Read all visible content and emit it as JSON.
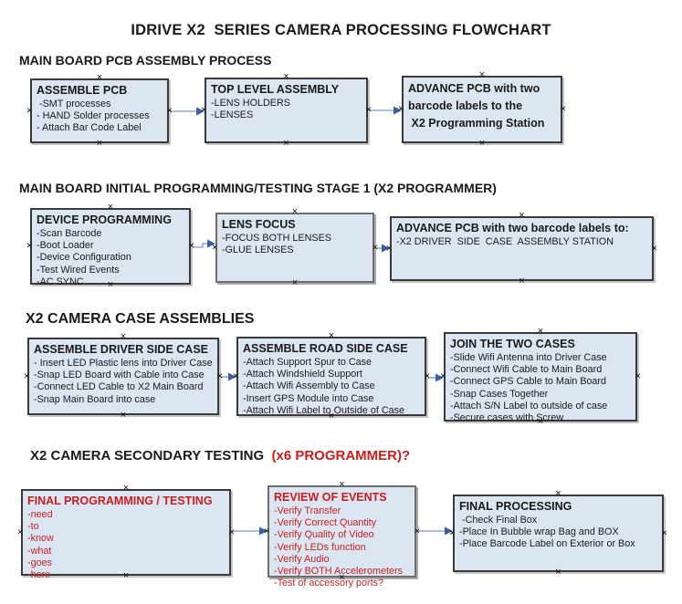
{
  "title": "IDRIVE X2  SERIES CAMERA PROCESSING FLOWCHART",
  "icons": {
    "anchor": "×"
  },
  "colors": {
    "box_fill": "#dce6f2",
    "box_border": "#3a3a3a",
    "arrow_line": "#90abce",
    "arrow_head": "#3a5f9e",
    "red_text": "#c81e1e",
    "black_text": "#1a1a1a",
    "background": "#ffffff"
  },
  "sections": [
    {
      "header": "MAIN BOARD PCB ASSEMBLY PROCESS",
      "boxes": [
        {
          "title": "ASSEMBLE PCB",
          "items": [
            " -SMT processes",
            "- HAND Solder processes",
            "- Attach Bar Code Label"
          ]
        },
        {
          "title": "TOP LEVEL ASSEMBLY",
          "items": [
            "-LENS HOLDERS",
            "-LENSES"
          ]
        },
        {
          "title": "ADVANCE PCB with two\nbarcode labels to the\n X2 Programming Station",
          "items": []
        }
      ]
    },
    {
      "header": "MAIN BOARD INITIAL PROGRAMMING/TESTING STAGE 1 (X2 PROGRAMMER)",
      "boxes": [
        {
          "title": "DEVICE PROGRAMMING",
          "items": [
            "-Scan Barcode",
            "-Boot Loader",
            "-Device Configuration",
            "-Test Wired Events",
            "-AC SYNC"
          ]
        },
        {
          "title": "LENS FOCUS",
          "items": [
            "-FOCUS BOTH LENSES",
            "-GLUE LENSES"
          ]
        },
        {
          "title": "ADVANCE PCB with two barcode labels to:",
          "items": [
            "-X2 DRIVER  SIDE  CASE  ASSEMBLY STATION"
          ]
        }
      ]
    },
    {
      "header": "X2 CAMERA CASE ASSEMBLIES",
      "boxes": [
        {
          "title": "ASSEMBLE DRIVER SIDE CASE",
          "items": [
            "- Insert LED Plastic lens into Driver Case",
            "-Snap LED Board with Cable into Case",
            "-Connect LED Cable to X2 Main Board",
            "-Snap Main Board into case"
          ]
        },
        {
          "title": "ASSEMBLE ROAD SIDE CASE",
          "items": [
            "-Attach Support Spur to Case",
            "-Attach Windshield Support",
            "-Attach Wifi Assembly to Case",
            "-Insert GPS Module into Case",
            "-Attach Wifi Label to Outside of Case"
          ]
        },
        {
          "title": "JOIN THE TWO CASES",
          "items": [
            "-Slide Wifi Antenna into Driver Case",
            "-Connect Wifi Cable to Main Board",
            "-Connect GPS Cable to Main Board",
            "-Snap Cases Together",
            "-Attach S/N Label to outside of case",
            "-Secure cases with Screw"
          ]
        }
      ]
    },
    {
      "header": "X2 CAMERA SECONDARY TESTING  ",
      "header_highlight": "(x6 PROGRAMMER)?",
      "boxes": [
        {
          "title": "FINAL PROGRAMMING / TESTING",
          "items": [
            "-need",
            "-to",
            "-know",
            "-what",
            "-goes",
            "-here"
          ]
        },
        {
          "title": "REVIEW OF EVENTS",
          "items": [
            "-Verify Transfer",
            "-Verify Correct Quantity",
            "-Verify Quality of Video",
            "-Verify LEDs function",
            "-Verify Audio",
            "-Verify BOTH Accelerometers",
            "-Test of accessory ports?"
          ]
        },
        {
          "title": "FINAL PROCESSING",
          "items": [
            " -Check Final Box",
            "-Place In Bubble wrap Bag and BOX",
            "-Place Barcode Label on Exterior or Box"
          ]
        }
      ]
    }
  ]
}
